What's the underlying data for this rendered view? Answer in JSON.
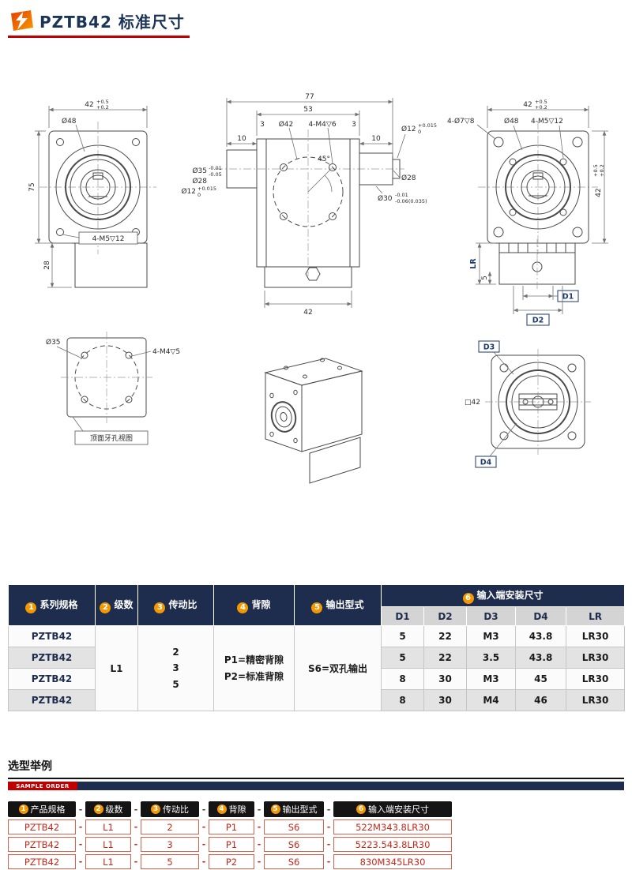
{
  "page": {
    "title": "PZTB42 标准尺寸"
  },
  "colors": {
    "navy": "#1e2c4e",
    "accent_red": "#c00000",
    "badge_orange": "#f39800"
  },
  "drawings": {
    "front_view": {
      "dim_width": "42",
      "dim_width_tol_upper": "+0.5",
      "dim_width_tol_lower": "+0.2",
      "label_d48": "Ø48",
      "dim_height": "75",
      "dim_block": "28",
      "label_tap": "4-M5▽12"
    },
    "side_view": {
      "dim_total": "77",
      "dim_53": "53",
      "dim_3_left": "3",
      "label_d42": "Ø42",
      "label_tap_top": "4-M4▽6",
      "dim_3_right": "3",
      "dim_10_left": "10",
      "dim_10_right": "10",
      "label_d12_right": "Ø12",
      "d12_right_tol_upper": "+0.015",
      "d12_right_tol_lower": "0",
      "label_d35": "Ø35",
      "d35_tol_upper": "-0.01",
      "d35_tol_lower": "-0.05",
      "label_d28_left": "Ø28",
      "label_d12_left": "Ø12",
      "d12_left_tol_upper": "+0.015",
      "d12_left_tol_lower": "0",
      "label_angle": "45°",
      "label_d28_right": "Ø28",
      "label_d30": "Ø30",
      "d30_tol_upper": "-0.01",
      "d30_tol_lower": "-0.06(0.035)",
      "dim_bottom": "42"
    },
    "back_view": {
      "dim_width": "42",
      "dim_width_tol_upper": "+0.5",
      "dim_width_tol_lower": "+0.2",
      "label_holes": "4-Ø7▽8",
      "label_d48": "Ø48",
      "label_tap": "4-M5▽12",
      "dim_height": "42",
      "dim_height_tol_upper": "+0.5",
      "dim_height_tol_lower": "+0.2",
      "dim_lr": "LR",
      "dim_5": "5",
      "dim_d1": "D1",
      "dim_d2": "D2"
    },
    "top_view": {
      "label_d35": "Ø35",
      "label_tap": "4-M4▽5",
      "caption": "顶面牙孔视图"
    },
    "output_view": {
      "label_d3": "D3",
      "label_square": "□42",
      "label_d4": "D4"
    }
  },
  "spec_table": {
    "badge_1": "1",
    "badge_2": "2",
    "badge_3": "3",
    "badge_4": "4",
    "badge_5": "5",
    "badge_6": "6",
    "col_series": "系列规格",
    "col_stage": "级数",
    "col_ratio": "传动比",
    "col_backlash": "背隙",
    "col_output": "输出型式",
    "col_input_dim": "输入端安装尺寸",
    "sub_headers": [
      "D1",
      "D2",
      "D3",
      "D4",
      "LR"
    ],
    "stage_value": "L1",
    "ratio_values": [
      "2",
      "3",
      "5"
    ],
    "backlash_line1": "P1=精密背隙",
    "backlash_line2": "P2=标准背隙",
    "output_value": "S6=双孔输出",
    "rows": [
      {
        "series": "PZTB42",
        "d1": "5",
        "d2": "22",
        "d3": "M3",
        "d4": "43.8",
        "lr": "LR30"
      },
      {
        "series": "PZTB42",
        "d1": "5",
        "d2": "22",
        "d3": "3.5",
        "d4": "43.8",
        "lr": "LR30"
      },
      {
        "series": "PZTB42",
        "d1": "8",
        "d2": "30",
        "d3": "M3",
        "d4": "45",
        "lr": "LR30"
      },
      {
        "series": "PZTB42",
        "d1": "8",
        "d2": "30",
        "d3": "M4",
        "d4": "46",
        "lr": "LR30"
      }
    ]
  },
  "sample": {
    "section_title": "选型举例",
    "ribbon_label": "SAMPLE ORDER",
    "dash": "-",
    "headers": [
      {
        "num": "1",
        "label": "产品规格"
      },
      {
        "num": "2",
        "label": "级数"
      },
      {
        "num": "3",
        "label": "传动比"
      },
      {
        "num": "4",
        "label": "背隙"
      },
      {
        "num": "5",
        "label": "输出型式"
      },
      {
        "num": "6",
        "label": "输入端安装尺寸"
      }
    ],
    "rows": [
      [
        "PZTB42",
        "L1",
        "2",
        "P1",
        "S6",
        "522M343.8LR30"
      ],
      [
        "PZTB42",
        "L1",
        "3",
        "P1",
        "S6",
        "5223.543.8LR30"
      ],
      [
        "PZTB42",
        "L1",
        "5",
        "P2",
        "S6",
        "830M345LR30"
      ]
    ]
  }
}
